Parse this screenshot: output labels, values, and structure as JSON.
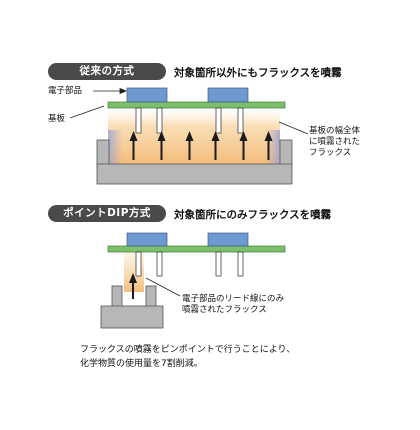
{
  "section1": {
    "badge": "従来の方式",
    "title": "対象箇所以外にもフラックスを噴霧",
    "label_component": "電子部品",
    "label_board": "基板",
    "note_lines": [
      "基板の幅全体",
      "に噴霧された",
      "フラックス"
    ]
  },
  "section2": {
    "badge": "ポイントDIP方式",
    "title": "対象箇所にのみフラックスを噴霧",
    "note_lines": [
      "電子部品のリード線にのみ",
      "噴霧されたフラックス"
    ]
  },
  "footer_lines": [
    "フラックスの噴霧をピンポイントで行うことにより、",
    "化学物質の使用量を7割削減。"
  ],
  "colors": {
    "badge_bg": "#4a4a4a",
    "component": "#6f9ad0",
    "board": "#7cc06b",
    "flux": "#f5c98a",
    "nozzle": "#b7b7b7"
  }
}
